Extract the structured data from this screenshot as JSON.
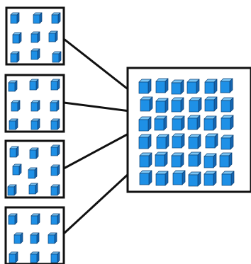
{
  "colors": {
    "cube_front": "#1e90e6",
    "cube_top": "#7cc6f5",
    "cube_side": "#1565b0",
    "cube_outline": "#0b3f73",
    "frame_stroke": "#111111",
    "background": "#ffffff"
  },
  "groups": [
    {
      "label": "",
      "cube_count": 9
    },
    {
      "label": "",
      "cube_count": 9
    },
    {
      "label": "",
      "cube_count": 9
    },
    {
      "label": "",
      "cube_count": 9
    }
  ],
  "combined": {
    "label": "",
    "cube_count": 36
  }
}
